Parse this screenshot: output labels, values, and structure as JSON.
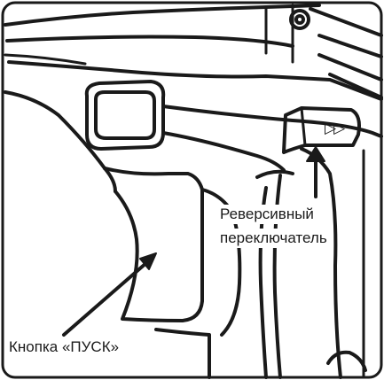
{
  "labels": {
    "reverse_switch_line1": "Реверсивный",
    "reverse_switch_line2": "переключатель",
    "start_button": "Кнопка «ПУСК»"
  },
  "switch_symbol": "▷▷",
  "colors": {
    "line": "#1a1a1a",
    "background": "#ffffff"
  },
  "icons": [
    "reverse-arrows-icon"
  ]
}
